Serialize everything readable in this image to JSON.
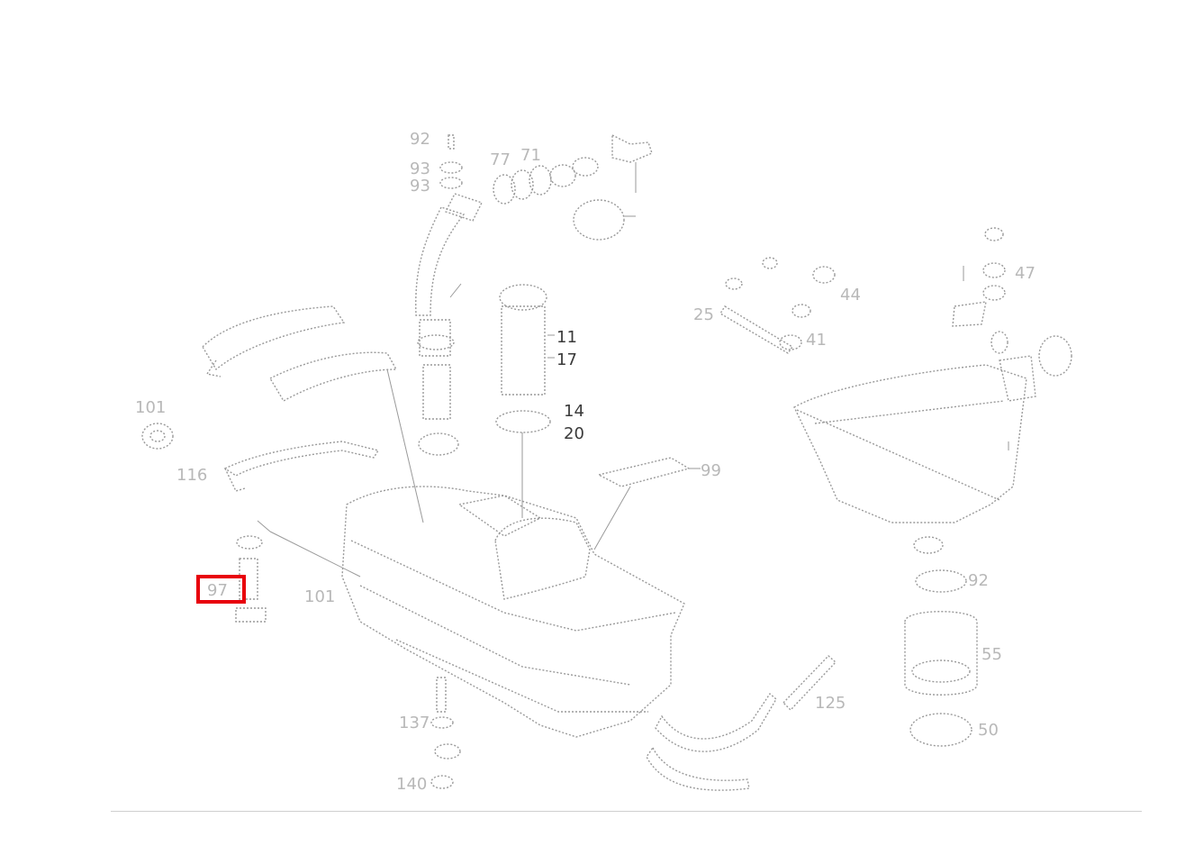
{
  "diagram": {
    "labels": {
      "l92a": "92",
      "l93": "93",
      "l93b": "93",
      "l77": "77",
      "l71": "71",
      "l11": "11",
      "l17": "17",
      "l14": "14",
      "l20": "20",
      "l101a": "101",
      "l116": "116",
      "l101b": "101",
      "l99": "99",
      "l44": "44",
      "l41": "41",
      "l25": "25",
      "l47": "47",
      "l92b": "92",
      "l55": "55",
      "l50": "50",
      "l125": "125",
      "l137": "137",
      "l140": "140",
      "l97": "97"
    },
    "highlight_color": "#e8000b"
  }
}
